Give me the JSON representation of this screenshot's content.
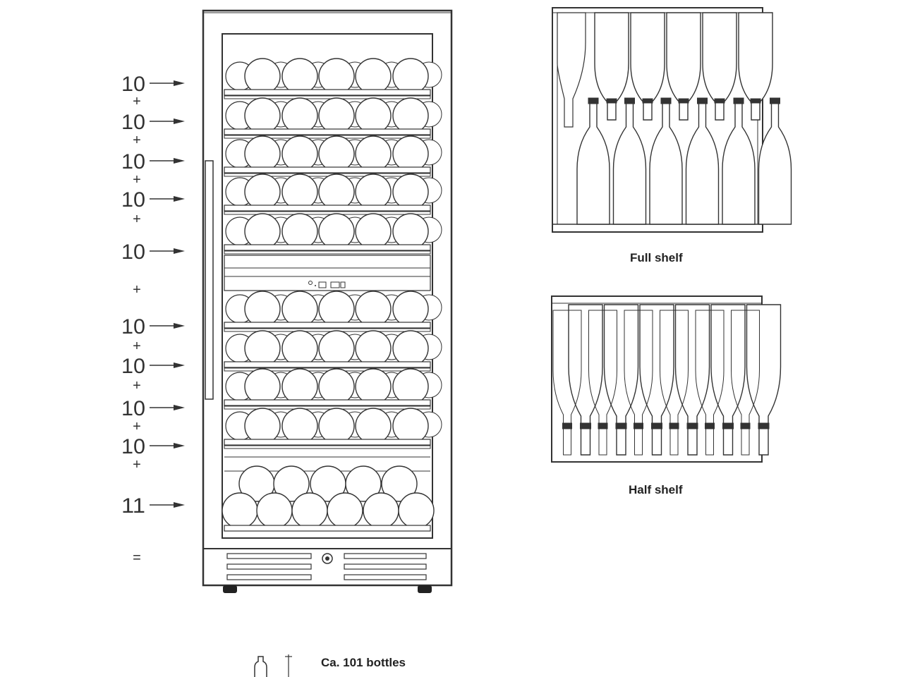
{
  "shelf_counts": [
    {
      "count": "10",
      "plus": "+"
    },
    {
      "count": "10",
      "plus": "+"
    },
    {
      "count": "10",
      "plus": "+"
    },
    {
      "count": "10",
      "plus": "+"
    },
    {
      "count": "10",
      "plus": "+"
    },
    {
      "count": "10",
      "plus": "+"
    },
    {
      "count": "10",
      "plus": "+"
    },
    {
      "count": "10",
      "plus": "+"
    },
    {
      "count": "10",
      "plus": "+"
    },
    {
      "count": "11",
      "plus": "="
    }
  ],
  "full_shelf_label": "Full shelf",
  "half_shelf_label": "Half shelf",
  "total_label": "Ca. 101 bottles"
}
